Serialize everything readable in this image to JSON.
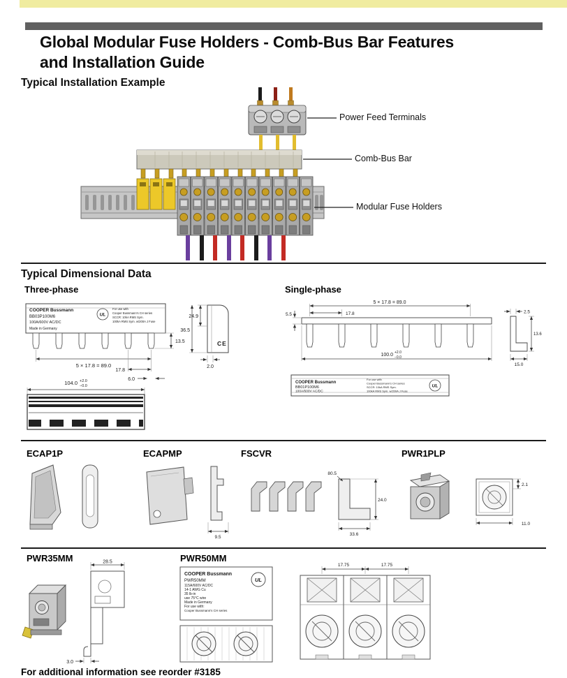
{
  "page": {
    "title_line1": "Global Modular Fuse Holders - Comb-Bus Bar Features",
    "title_line2": "and Installation Guide",
    "footer": "For additional information see reorder #3185"
  },
  "installation": {
    "heading": "Typical Installation Example",
    "callout_power": "Power Feed Terminals",
    "callout_bus": "Comb-Bus Bar",
    "callout_holders": "Modular Fuse Holders"
  },
  "dimensional": {
    "heading": "Typical Dimensional Data",
    "three_phase": {
      "label": "Three-phase",
      "brand": "COOPER Bussmann",
      "model": "BB03P100M6",
      "rating": "100A/600V AC/DC",
      "origin": "Made in Germany",
      "ul": "UL",
      "note1": "For use with",
      "note2": "Cooper Bussmann's CH series",
      "note3": "SCCR: 10kA RMS Sym.",
      "note4": "100kA RMS Sym. w/200A J Fuse",
      "ce": "CE",
      "dim_span": "5 × 17.8 = 89.0",
      "dim_pitch": "17.8",
      "dim_tooth": "6.0",
      "dim_tooth_h": "13.5",
      "dim_end_w": "24.9",
      "dim_end_h": "36.5",
      "dim_thickness": "2.0",
      "dim_length": "104.0",
      "tol_plus": "+2.0",
      "tol_minus": "−0.0"
    },
    "single_phase": {
      "label": "Single-phase",
      "brand": "COOPER Bussmann",
      "model": "BB01P100M6",
      "rating": "100A/600V AC/DC",
      "ul": "UL",
      "note1": "For use with",
      "note2": "Cooper Bussmann's CH series",
      "note3": "SCCR: 10kA RMS Sym.",
      "note4": "100kA RMS Sym. w/200A J Fuse",
      "dim_span": "5 × 17.8 = 89.0",
      "dim_pitch": "17.8",
      "dim_bar_h": "5.5",
      "dim_length": "100.0",
      "tol_plus": "+2.0",
      "tol_minus": "−0.0",
      "dim_thickness": "2.5",
      "dim_end_h": "13.6",
      "dim_end_w": "15.0"
    }
  },
  "accessories": {
    "ecap1p": {
      "label": "ECAP1P"
    },
    "ecapmp": {
      "label": "ECAPMP",
      "dim_width": "9.5"
    },
    "fscvr": {
      "label": "FSCVR",
      "dim_a": "80.5",
      "dim_b": "24.0",
      "dim_c": "33.6"
    },
    "pwr1plp": {
      "label": "PWR1PLP",
      "dim_a": "2.1",
      "dim_b": "11.0"
    }
  },
  "power_terminals": {
    "pwr35mm": {
      "label": "PWR35MM",
      "dim_width": "28.5",
      "dim_foot": "3.0"
    },
    "pwr50mm": {
      "label": "PWR50MM",
      "brand": "COOPER Bussmann",
      "model": "PWR50MM",
      "line1": "115A/600V AC/DC",
      "line2": "14-1 AWG Cu",
      "line3": "35 lb-in",
      "line4": "use 75°C wire",
      "line5": "Made in Germany",
      "line6": "For use with:",
      "line7": "Cooper Bussmann's CH series",
      "ul": "UL",
      "dim_pitch1": "17.75",
      "dim_pitch2": "17.75"
    }
  }
}
